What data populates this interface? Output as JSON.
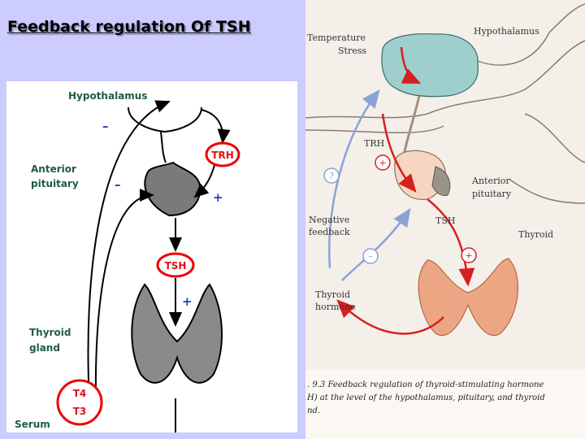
{
  "slide": {
    "title": "Feedback regulation  Of  TSH"
  },
  "left_diagram": {
    "hypothalamus": "Hypothalamus",
    "anterior_pituitary_line1": "Anterior",
    "anterior_pituitary_line2": "pituitary",
    "thyroid_gland_line1": "Thyroid",
    "thyroid_gland_line2": "gland",
    "serum": "Serum",
    "trh": "TRH",
    "tsh": "TSH",
    "t4": "T4",
    "t3": "T3",
    "minus_sign": "–",
    "plus_sign": "+"
  },
  "right_diagram": {
    "temperature": "Temperature",
    "stress": "Stress",
    "hypothalamus": "Hypothalamus",
    "trh": "TRH",
    "anterior_pituitary_line1": "Anterior",
    "anterior_pituitary_line2": "pituitary",
    "negative_line1": "Negative",
    "negative_line2": "feedback",
    "tsh": "TSH",
    "thyroid": "Thyroid",
    "thyroid_hormone_line1": "Thyroid",
    "thyroid_hormone_line2": "hormone",
    "question": "?",
    "plus": "+",
    "minus": "–",
    "caption_line1": ". 9.3  Feedback regulation of thyroid-stimulating hormone",
    "caption_line2": "H) at the level of the hypothalamus, pituitary, and thyroid",
    "caption_line3": "nd."
  }
}
